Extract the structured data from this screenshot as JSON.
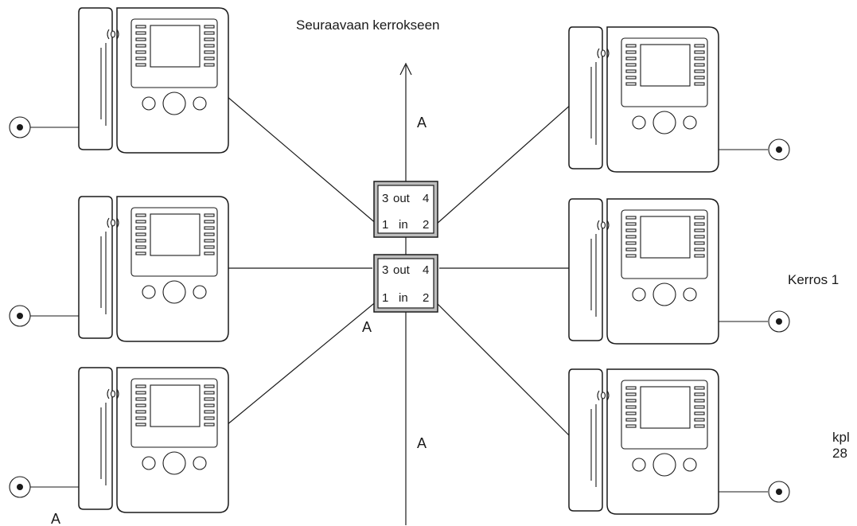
{
  "top_label": "Seuraavaan kerrokseen",
  "floor_label": "Kerros 1",
  "count_label": "kpl",
  "count_value": "28",
  "line_label": "A",
  "distributors": [
    {
      "top_left": "3",
      "top_mid": "out",
      "top_right": "4",
      "bot_left": "1",
      "bot_mid": "in",
      "bot_right": "2"
    },
    {
      "top_left": "3",
      "top_mid": "out",
      "top_right": "4",
      "bot_left": "1",
      "bot_mid": "in",
      "bot_right": "2"
    }
  ],
  "monitors": [
    {
      "side": "left",
      "row": 1
    },
    {
      "side": "left",
      "row": 2
    },
    {
      "side": "left",
      "row": 3
    },
    {
      "side": "right",
      "row": 1
    },
    {
      "side": "right",
      "row": 2
    },
    {
      "side": "right",
      "row": 3
    }
  ]
}
